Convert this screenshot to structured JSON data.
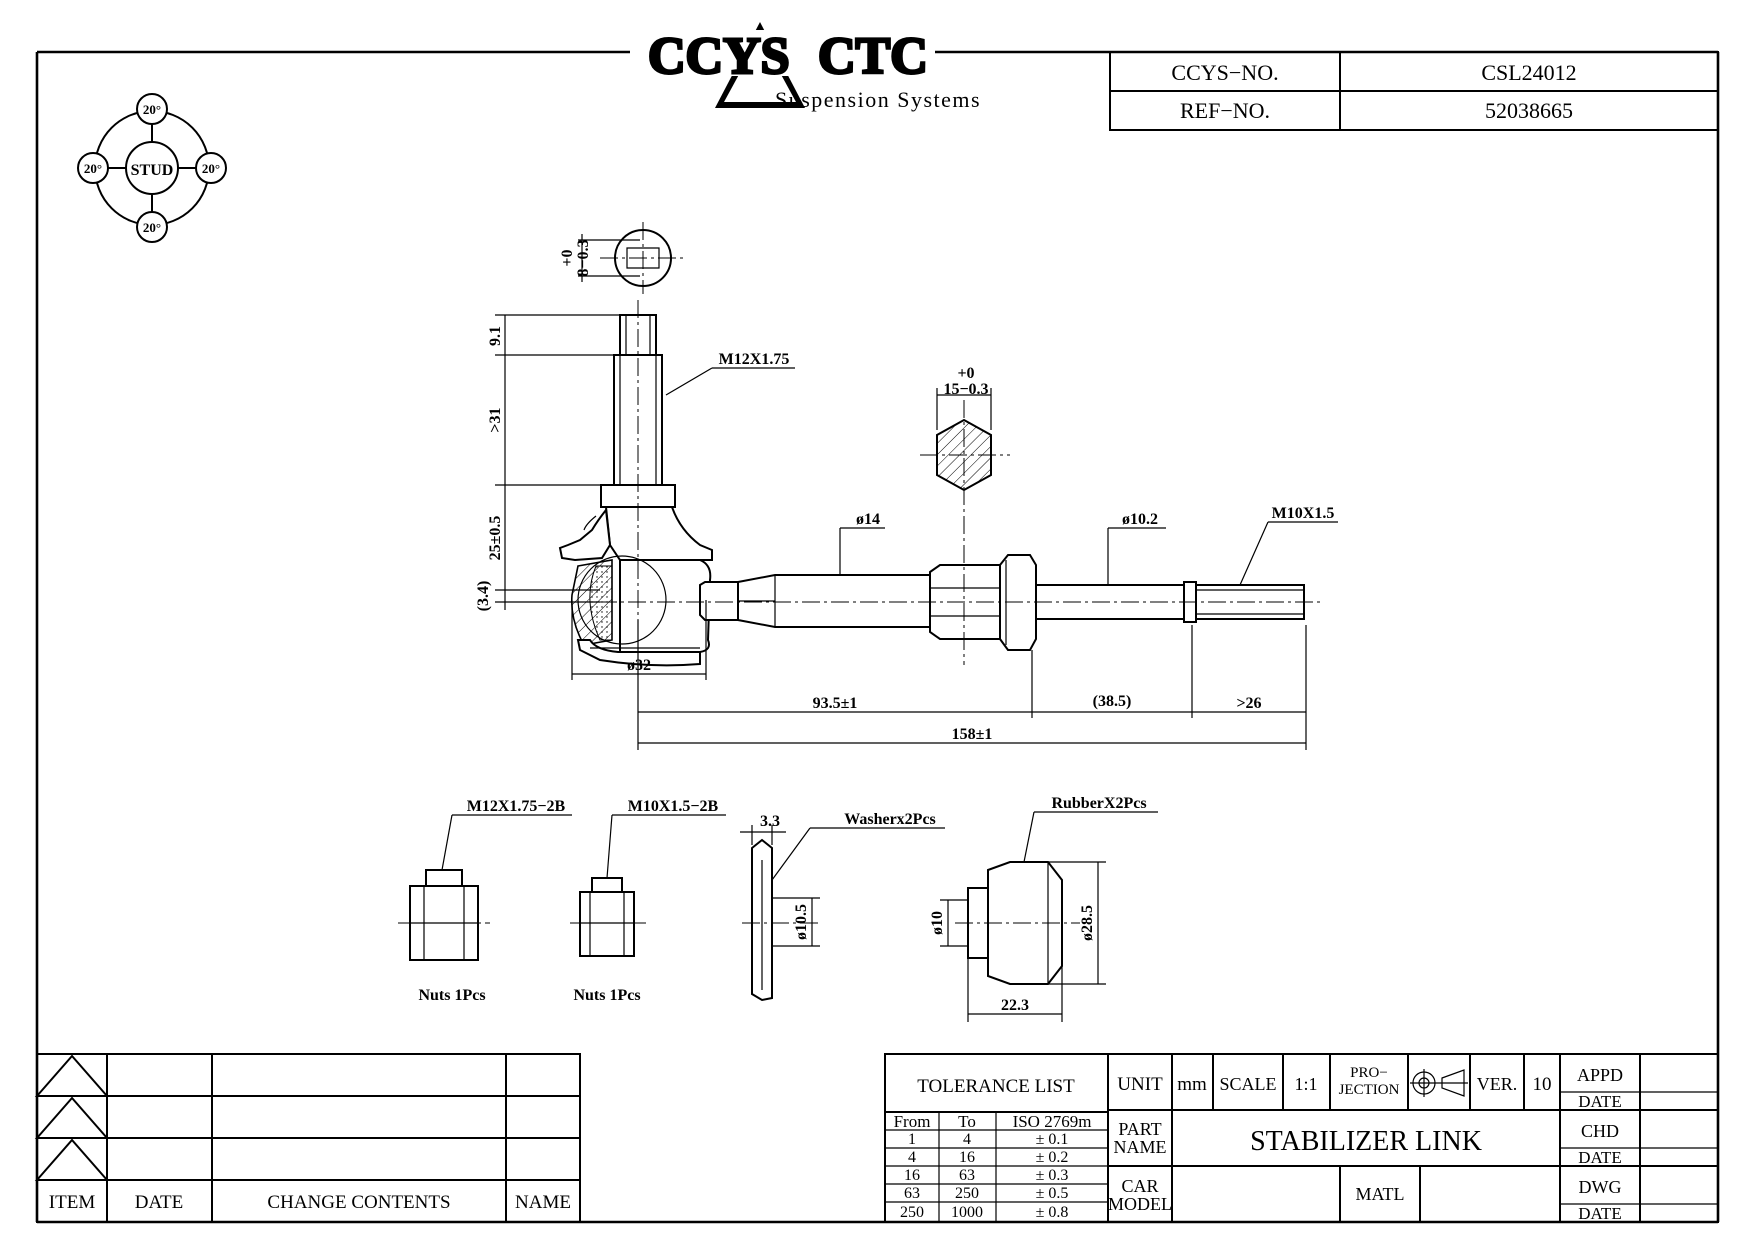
{
  "logo": {
    "brand_left": "CCYS",
    "brand_right": "CTC",
    "tagline": "Suspension Systems"
  },
  "header": {
    "ccys_label": "CCYS−NO.",
    "ccys_value": "CSL24012",
    "ref_label": "REF−NO.",
    "ref_value": "52038665"
  },
  "stud_angle": {
    "center": "STUD",
    "top": "20°",
    "left": "20°",
    "right": "20°",
    "bottom": "20°"
  },
  "dims": {
    "hex_tol_top": "+0",
    "hex_tol_bottom": "8−0.3",
    "stud_tip": "9.1",
    "stud_thread_len": ">31",
    "stud_thread": "M12X1.75",
    "height_25": "25±0.5",
    "offset_34": "(3.4)",
    "ball_dia": "ø32",
    "shank_dia": "ø14",
    "hex_tol_top2": "+0",
    "hex_tol_bottom2": "15−0.3",
    "rod_dia": "ø10.2",
    "rod_thread": "M10X1.5",
    "len_935": "93.5±1",
    "len_385": "(38.5)",
    "len_26": ">26",
    "len_total": "158±1"
  },
  "accessories": {
    "nut1_spec": "M12X1.75−2B",
    "nut1_label": "Nuts 1Pcs",
    "nut2_spec": "M10X1.5−2B",
    "nut2_label": "Nuts 1Pcs",
    "washer_thick": "3.3",
    "washer_label": "Washerx2Pcs",
    "washer_dia": "ø10.5",
    "rubber_label": "RubberX2Pcs",
    "rubber_inner": "ø10",
    "rubber_outer": "ø28.5",
    "rubber_len": "22.3"
  },
  "revision_table": {
    "headers": {
      "item": "ITEM",
      "date": "DATE",
      "change": "CHANGE CONTENTS",
      "name": "NAME"
    }
  },
  "title_block": {
    "tolerance_title": "TOLERANCE LIST",
    "tol_headers": [
      "From",
      "To",
      "ISO 2769m"
    ],
    "tol_rows": [
      [
        "1",
        "4",
        "± 0.1"
      ],
      [
        "4",
        "16",
        "± 0.2"
      ],
      [
        "16",
        "63",
        "± 0.3"
      ],
      [
        "63",
        "250",
        "± 0.5"
      ],
      [
        "250",
        "1000",
        "± 0.8"
      ]
    ],
    "unit_label": "UNIT",
    "unit_value": "mm",
    "scale_label": "SCALE",
    "scale_value": "1:1",
    "projection_label_1": "PRO−",
    "projection_label_2": "JECTION",
    "ver_label": "VER.",
    "ver_value": "10",
    "part_name_label_1": "PART",
    "part_name_label_2": "NAME",
    "part_name_value": "STABILIZER  LINK",
    "car_model_label_1": "CAR",
    "car_model_label_2": "MODEL",
    "matl_label": "MATL",
    "appd_label": "APPD",
    "chd_label": "CHD",
    "dwg_label": "DWG",
    "date_label": "DATE"
  }
}
